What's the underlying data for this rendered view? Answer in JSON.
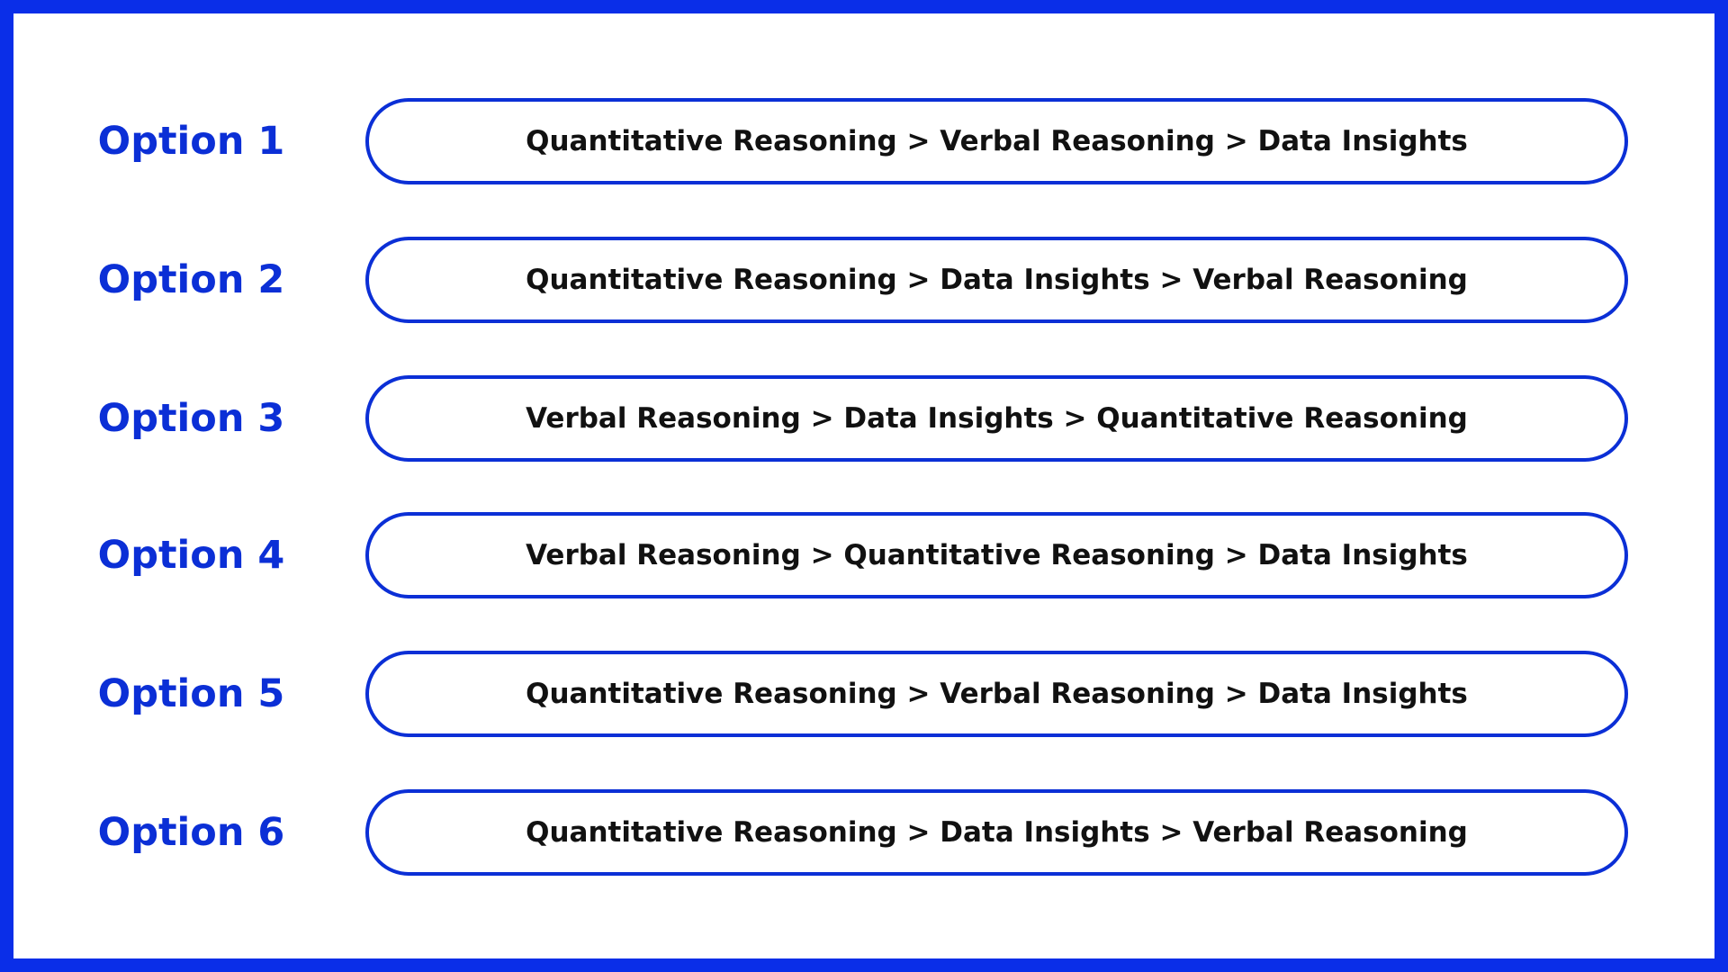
{
  "colors": {
    "accent": "#0b2fd6",
    "frame": "#0a2ee8",
    "text": "#111111",
    "background": "#ffffff"
  },
  "options": [
    {
      "label": "Option 1",
      "sequence": "Quantitative Reasoning > Verbal Reasoning > Data Insights"
    },
    {
      "label": "Option 2",
      "sequence": "Quantitative Reasoning > Data Insights > Verbal Reasoning"
    },
    {
      "label": "Option 3",
      "sequence": "Verbal Reasoning > Data Insights > Quantitative Reasoning"
    },
    {
      "label": "Option 4",
      "sequence": "Verbal Reasoning > Quantitative Reasoning > Data Insights"
    },
    {
      "label": "Option 5",
      "sequence": "Quantitative Reasoning > Verbal Reasoning > Data Insights"
    },
    {
      "label": "Option 6",
      "sequence": "Quantitative Reasoning > Data Insights > Verbal Reasoning"
    }
  ]
}
